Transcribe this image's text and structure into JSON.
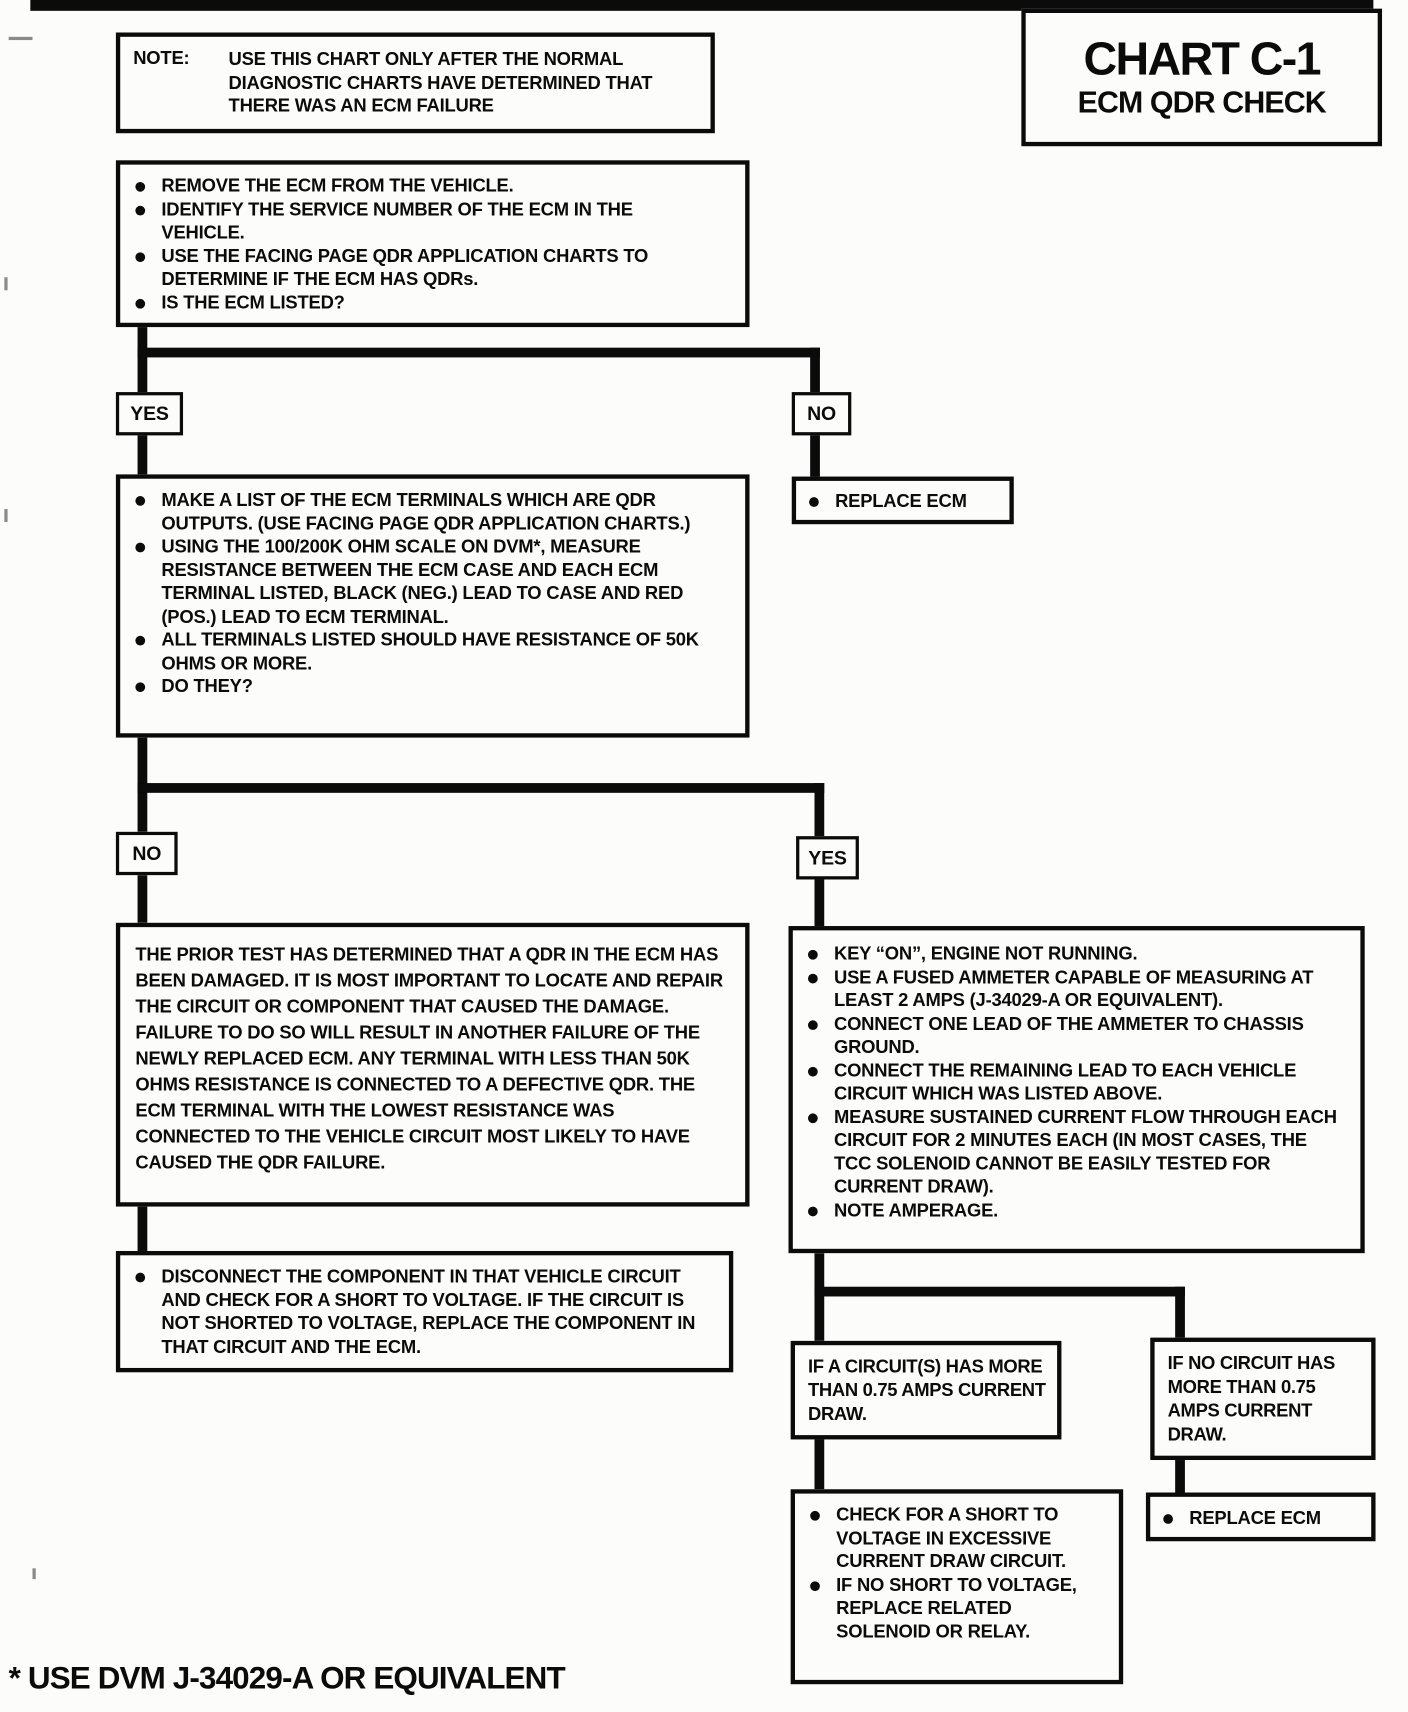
{
  "style": {
    "ink": "#0b0b0b",
    "paper": "#fcfcfa"
  },
  "header": {
    "note_label": "NOTE:",
    "note_text": "USE THIS CHART ONLY AFTER THE NORMAL DIAGNOSTIC CHARTS HAVE DETERMINED THAT THERE WAS AN ECM FAILURE",
    "chart_title": "CHART C-1",
    "chart_subtitle": "ECM QDR CHECK"
  },
  "flow": {
    "step1": {
      "bullets": [
        "REMOVE THE ECM FROM THE  VEHICLE.",
        "IDENTIFY THE SERVICE NUMBER OF THE ECM IN THE VEHICLE.",
        "USE THE FACING PAGE QDR APPLICATION CHARTS TO DETERMINE IF THE ECM HAS QDRs.",
        "IS THE ECM LISTED?"
      ]
    },
    "branch1": {
      "yes": "YES",
      "no": "NO"
    },
    "replace_ecm_top": "REPLACE ECM",
    "step2": {
      "bullets": [
        "MAKE A LIST OF THE ECM TERMINALS WHICH ARE QDR OUTPUTS.  (USE FACING PAGE QDR APPLICATION CHARTS.)",
        "USING THE 100/200K OHM SCALE ON DVM*, MEASURE RESISTANCE BETWEEN THE ECM CASE AND EACH ECM TERMINAL LISTED, BLACK (NEG.) LEAD TO CASE AND RED (POS.) LEAD TO ECM TERMINAL.",
        "ALL TERMINALS LISTED SHOULD HAVE RESISTANCE OF 50K OHMS OR MORE.",
        "DO THEY?"
      ]
    },
    "branch2": {
      "no": "NO",
      "yes": "YES"
    },
    "qdr_damaged_text": "THE PRIOR TEST HAS DETERMINED THAT A QDR IN THE ECM HAS BEEN DAMAGED.  IT IS MOST IMPORTANT TO LOCATE AND REPAIR THE CIRCUIT OR COMPONENT THAT CAUSED THE DAMAGE.  FAILURE TO DO SO WILL RESULT IN ANOTHER FAILURE OF THE NEWLY REPLACED ECM.  ANY TERMINAL WITH LESS THAN 50K OHMS RESISTANCE IS CONNECTED TO A DEFECTIVE QDR.  THE ECM TERMINAL WITH THE LOWEST RESISTANCE WAS CONNECTED TO THE VEHICLE CIRCUIT MOST LIKELY TO HAVE CAUSED THE QDR FAILURE.",
    "disconnect": {
      "bullets": [
        "DISCONNECT THE COMPONENT IN THAT VEHICLE CIRCUIT AND CHECK FOR A SHORT TO VOLTAGE.  IF THE CIRCUIT IS NOT SHORTED TO VOLTAGE, REPLACE THE COMPONENT IN THAT CIRCUIT AND THE ECM."
      ]
    },
    "current_test": {
      "bullets": [
        "KEY “ON”, ENGINE NOT RUNNING.",
        "USE A FUSED AMMETER CAPABLE OF MEASURING AT LEAST 2 AMPS (J-34029-A OR EQUIVALENT).",
        "CONNECT ONE LEAD OF THE AMMETER TO CHASSIS GROUND.",
        "CONNECT THE REMAINING LEAD TO EACH VEHICLE CIRCUIT WHICH WAS LISTED ABOVE.",
        "MEASURE SUSTAINED CURRENT FLOW THROUGH EACH CIRCUIT FOR 2 MINUTES EACH (IN MOST CASES, THE TCC SOLENOID CANNOT BE EASILY TESTED FOR CURRENT DRAW).",
        "NOTE AMPERAGE."
      ]
    },
    "cond_over": "IF A CIRCUIT(S) HAS MORE THAN 0.75 AMPS CURRENT DRAW.",
    "cond_under": "IF NO CIRCUIT HAS MORE THAN 0.75 AMPS CURRENT DRAW.",
    "check_short": {
      "bullets": [
        "CHECK FOR A SHORT TO VOLTAGE IN EXCESSIVE CURRENT DRAW CIRCUIT.",
        "IF NO SHORT TO VOLTAGE, REPLACE RELATED SOLENOID OR RELAY."
      ]
    },
    "replace_ecm_bottom": "REPLACE ECM"
  },
  "footnote": "* USE DVM J-34029-A OR EQUIVALENT"
}
